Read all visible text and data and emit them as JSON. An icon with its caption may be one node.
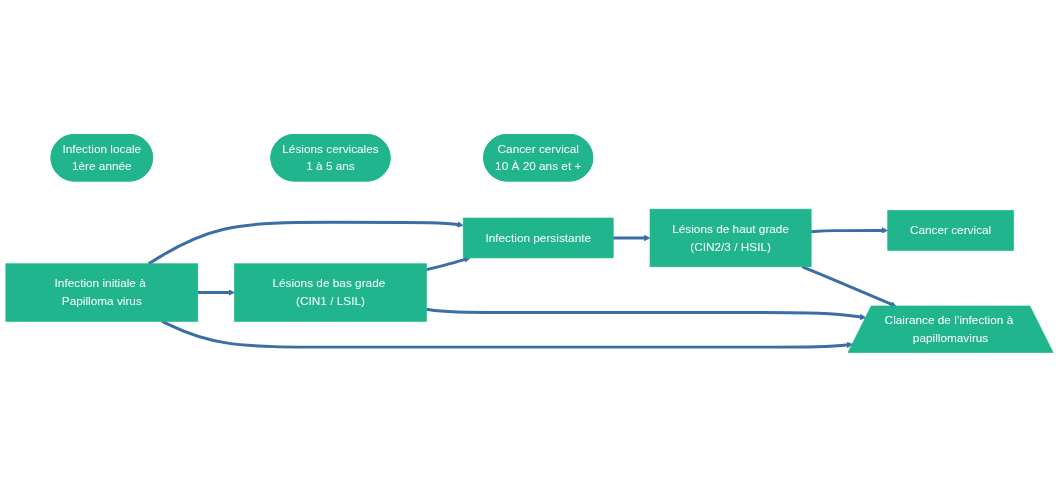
{
  "diagram": {
    "nodes": [
      {
        "text": [
          "Infection locale",
          "1ère année"
        ]
      },
      {
        "text": [
          "Lésions cervicales",
          "1 à  5 ans"
        ]
      },
      {
        "text": [
          "Cancer cervical",
          "10  À 20 ans et +"
        ]
      },
      {
        "text": [
          "Infection initiale à Papilloma virus"
        ]
      },
      {
        "text": [
          "Infection persistante"
        ]
      },
      {
        "text": [
          "Lésions de bas grade (CIN1 / LSIL)"
        ]
      },
      {
        "text": [
          "Lésions de haut grade",
          "(CIN2/3 / HSIL)"
        ]
      },
      {
        "text": [
          "Cancer cervical"
        ]
      },
      {
        "text": [
          "Clairance de l’infection à papillomavirus"
        ]
      }
    ],
    "edges": [
      {
        "from": 3,
        "to": 4,
        "arrow": "to"
      },
      {
        "from": 3,
        "to": 5,
        "arrow": "to"
      },
      {
        "from": 5,
        "to": 4,
        "arrow": "to"
      },
      {
        "from": 4,
        "to": 6,
        "arrow": "to"
      },
      {
        "from": 6,
        "to": 7,
        "arrow": "to"
      },
      {
        "from": 3,
        "to": 8,
        "arrow": "to"
      },
      {
        "from": 5,
        "to": 8,
        "arrow": "to"
      },
      {
        "from": 6,
        "to": 8,
        "arrow": "to"
      }
    ]
  }
}
